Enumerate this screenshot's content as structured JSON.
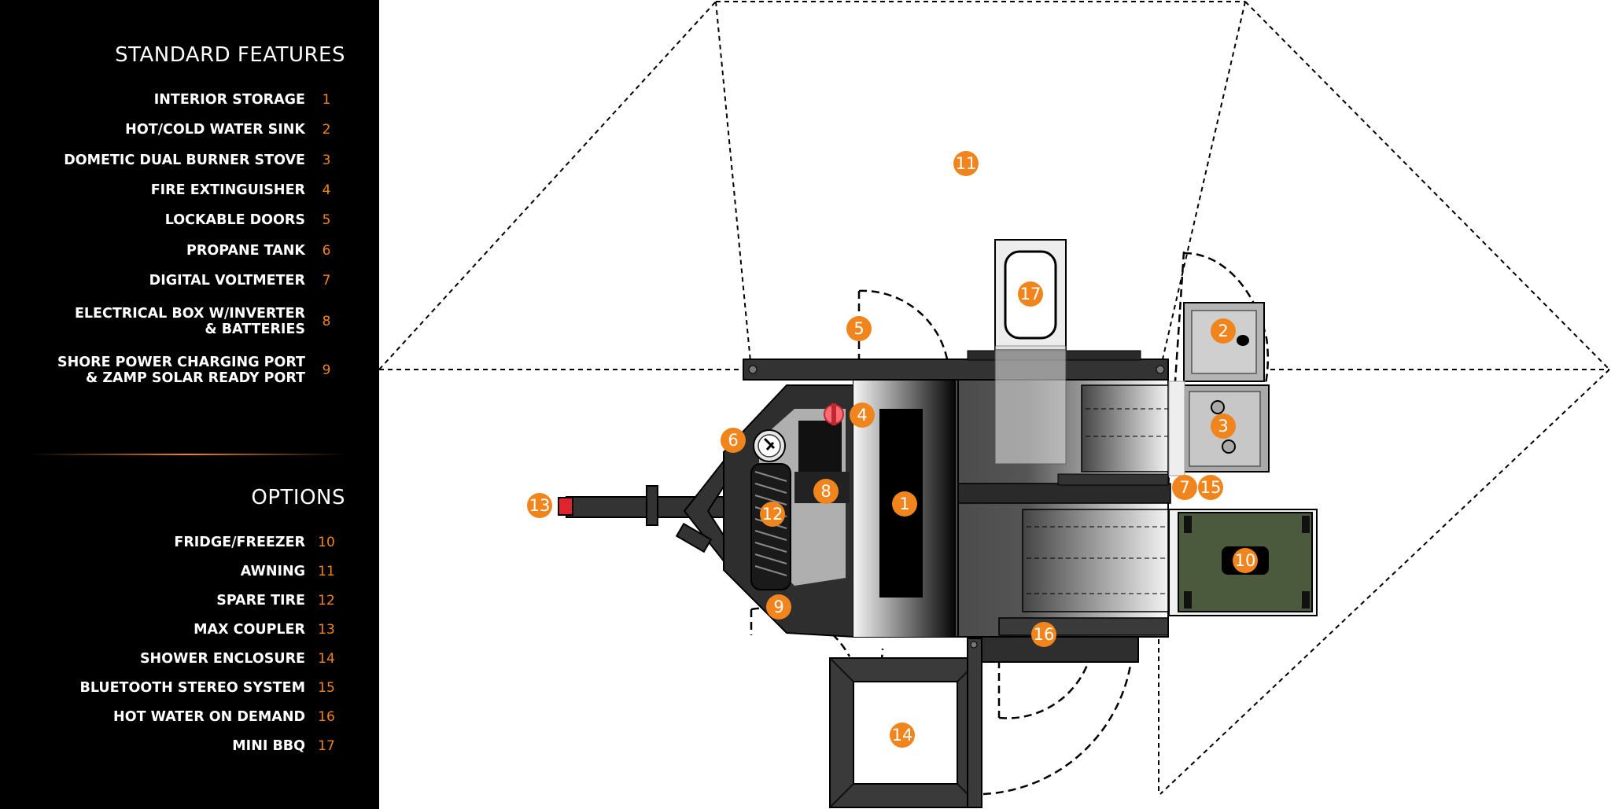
{
  "standard_features": {
    "title": "STANDARD FEATURES",
    "items": [
      {
        "label": "INTERIOR STORAGE",
        "num": "1"
      },
      {
        "label": "HOT/COLD WATER SINK",
        "num": "2"
      },
      {
        "label": "DOMETIC DUAL BURNER STOVE",
        "num": "3"
      },
      {
        "label": "FIRE EXTINGUISHER",
        "num": "4"
      },
      {
        "label": "LOCKABLE DOORS",
        "num": "5"
      },
      {
        "label": "PROPANE TANK",
        "num": "6"
      },
      {
        "label": "DIGITAL VOLTMETER",
        "num": "7"
      },
      {
        "label": "ELECTRICAL BOX W/INVERTER\n& BATTERIES",
        "num": "8"
      },
      {
        "label": "SHORE POWER CHARGING PORT\n& ZAMP SOLAR READY PORT",
        "num": "9"
      }
    ]
  },
  "options": {
    "title": "OPTIONS",
    "items": [
      {
        "label": "FRIDGE/FREEZER",
        "num": "10"
      },
      {
        "label": "AWNING",
        "num": "11"
      },
      {
        "label": "SPARE TIRE",
        "num": "12"
      },
      {
        "label": "MAX COUPLER",
        "num": "13"
      },
      {
        "label": "SHOWER ENCLOSURE",
        "num": "14"
      },
      {
        "label": "BLUETOOTH STEREO SYSTEM",
        "num": "15"
      },
      {
        "label": "HOT WATER ON DEMAND",
        "num": "16"
      },
      {
        "label": "MINI BBQ",
        "num": "17"
      }
    ]
  },
  "diagram_badges": [
    "1",
    "2",
    "3",
    "4",
    "5",
    "6",
    "7",
    "8",
    "9",
    "10",
    "11",
    "12",
    "13",
    "14",
    "15",
    "16",
    "17"
  ],
  "colors": {
    "accent": "#f0851d",
    "sidebar_bg": "#000000",
    "trailer_body": "#3b3b3b",
    "fridge": "#4b5a3c",
    "coupler": "#e0242b"
  }
}
